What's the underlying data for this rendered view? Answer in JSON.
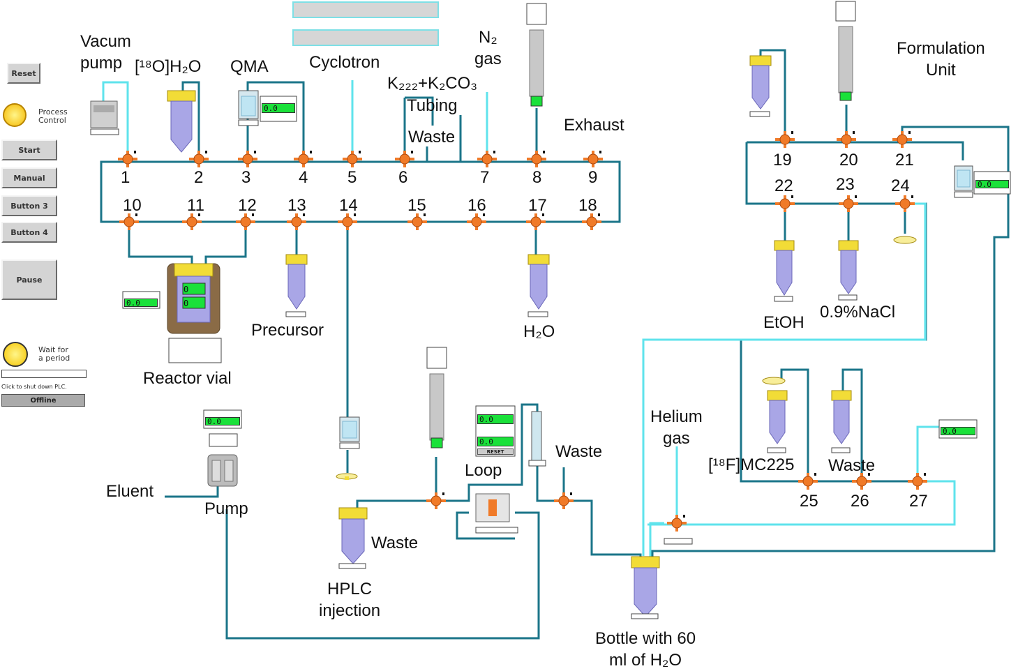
{
  "title": "",
  "colors": {
    "pipe": "#1b7589",
    "cyan": "#5fe3ec",
    "valve": "#f07a28",
    "vial_cap": "#f2dc37",
    "vial_body": "#a9a6e6",
    "display": "#1ae13a"
  },
  "controls": {
    "reset": "Reset",
    "process_control": "Process\nControl",
    "start": "Start",
    "manual": "Manual",
    "button3": "Button 3",
    "button4": "Button 4",
    "pause": "Pause",
    "wait_for_period": "Wait for\na period",
    "shutdown_hint": "Click to shut down PLC.",
    "offline": "Offline"
  },
  "labels": {
    "vacum_pump": "Vacum\npump",
    "o18_water": "[¹⁸O]H₂O",
    "qma": "QMA",
    "cyclotron": "Cyclotron",
    "n2_gas": "N₂\ngas",
    "k222": "K₂₂₂+K₂CO₃",
    "tubing": "Tubing",
    "waste_top": "Waste",
    "exhaust": "Exhaust",
    "formulation": "Formulation\nUnit",
    "precursor": "Precursor",
    "reactor_vial": "Reactor vial",
    "h2o": "H₂O",
    "etoh": "EtOH",
    "nacl": "0.9%NaCl",
    "helium_gas": "Helium\ngas",
    "mc225": "[¹⁸F]MC225",
    "waste_right": "Waste",
    "eluent": "Eluent",
    "pump": "Pump",
    "waste_mid": "Waste",
    "loop": "Loop",
    "waste_hplc": "Waste",
    "hplc_injection": "HPLC\ninjection",
    "bottle": "Bottle with 60\nml of H₂O"
  },
  "valve_numbers": [
    "1",
    "2",
    "3",
    "4",
    "5",
    "6",
    "7",
    "8",
    "9",
    "10",
    "11",
    "12",
    "13",
    "14",
    "15",
    "16",
    "17",
    "18",
    "19",
    "20",
    "21",
    "22",
    "23",
    "24",
    "25",
    "26",
    "27"
  ],
  "displays": {
    "readout": "0.0",
    "reactor_a": "0",
    "reactor_b": "0",
    "reset_small": "RESET"
  }
}
